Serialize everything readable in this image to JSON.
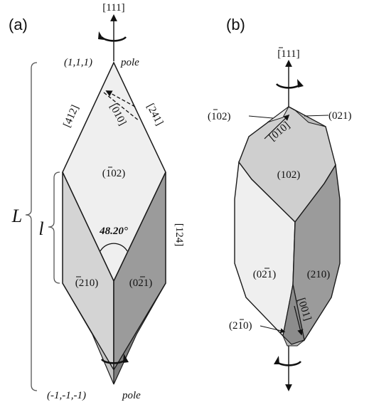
{
  "panel_a": {
    "label": "(a)",
    "axis_top": "[111]",
    "pole_top": "(1,1,1)",
    "pole_word_top": "pole",
    "pole_bottom": "(-1,-1,-1)",
    "pole_word_bottom": "pole",
    "edge_left_top": "[412]",
    "edge_dashed": "[010]",
    "edge_right_top": "[241]",
    "face_top": "(102)",
    "face_top_bar": "1",
    "angle": "48.20°",
    "edge_right": "[124]",
    "face_left": "(210)",
    "face_left_bar": "2",
    "face_right": "(021)",
    "face_right_bar": "2",
    "dim_L": "L",
    "dim_l": "l"
  },
  "panel_b": {
    "label": "(b)",
    "axis_top": "[111]",
    "axis_top_bar": "1",
    "face_small_left": "(102)",
    "face_small_left_bar": "1",
    "face_small_right": "(021)",
    "edge_top": "[010]",
    "face_main": "(102)",
    "face_left": "(021)",
    "face_left_bar": "2",
    "face_right": "(210)",
    "edge_bottom": "[001]",
    "face_bottom": "(210)",
    "face_bottom_bar": "1"
  },
  "colors": {
    "light_face": "#efefef",
    "mid_face": "#d4d4d4",
    "dark_face": "#9b9b9b",
    "top_face_b": "#cfcfcf",
    "stroke": "#1a1a1a"
  }
}
